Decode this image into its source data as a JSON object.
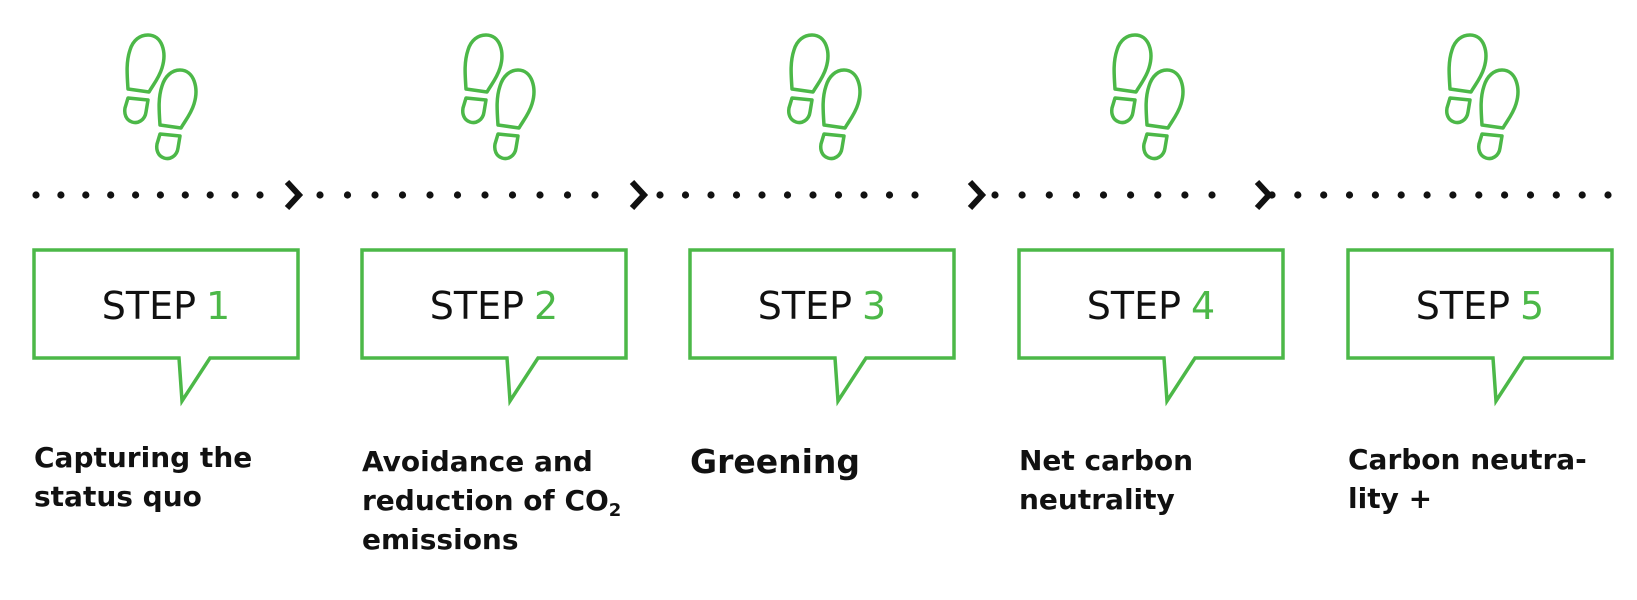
{
  "colors": {
    "accent": "#4cb848",
    "text": "#111111",
    "dots": "#111111"
  },
  "icon": "footsteps-icon",
  "steps": [
    {
      "label": "STEP",
      "number": "1",
      "description_lines": [
        "Capturing the",
        "status quo"
      ]
    },
    {
      "label": "STEP",
      "number": "2",
      "description_lines": [
        "Avoidance and",
        "reduction of CO",
        "emissions"
      ],
      "subscript": "2"
    },
    {
      "label": "STEP",
      "number": "3",
      "description_lines": [
        "Greening"
      ]
    },
    {
      "label": "STEP",
      "number": "4",
      "description_lines": [
        "Net carbon",
        "neutrality"
      ]
    },
    {
      "label": "STEP",
      "number": "5",
      "description_lines": [
        "Carbon neutra-",
        "lity +"
      ]
    }
  ]
}
